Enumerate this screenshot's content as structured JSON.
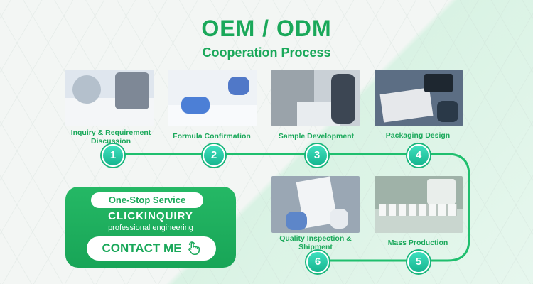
{
  "header": {
    "title": "OEM / ODM",
    "subtitle": "Cooperation Process"
  },
  "steps": [
    {
      "number": "1",
      "label": "Inquiry & Requirement Discussion"
    },
    {
      "number": "2",
      "label": "Formula Confirmation"
    },
    {
      "number": "3",
      "label": "Sample Development"
    },
    {
      "number": "4",
      "label": "Packaging Design"
    },
    {
      "number": "5",
      "label": "Mass Production"
    },
    {
      "number": "6",
      "label": "Quality Inspection & Shipment"
    }
  ],
  "service": {
    "badge": "One-Stop Service",
    "brand": "CLICKINQUIRY",
    "tagline": "professional engineering",
    "cta": "CONTACT ME"
  },
  "colors": {
    "accent": "#1aa85a",
    "circle": "#2ccfa8",
    "line": "#1fbf6e"
  },
  "icons": {
    "cta_icon": "hand-pointer-icon"
  }
}
